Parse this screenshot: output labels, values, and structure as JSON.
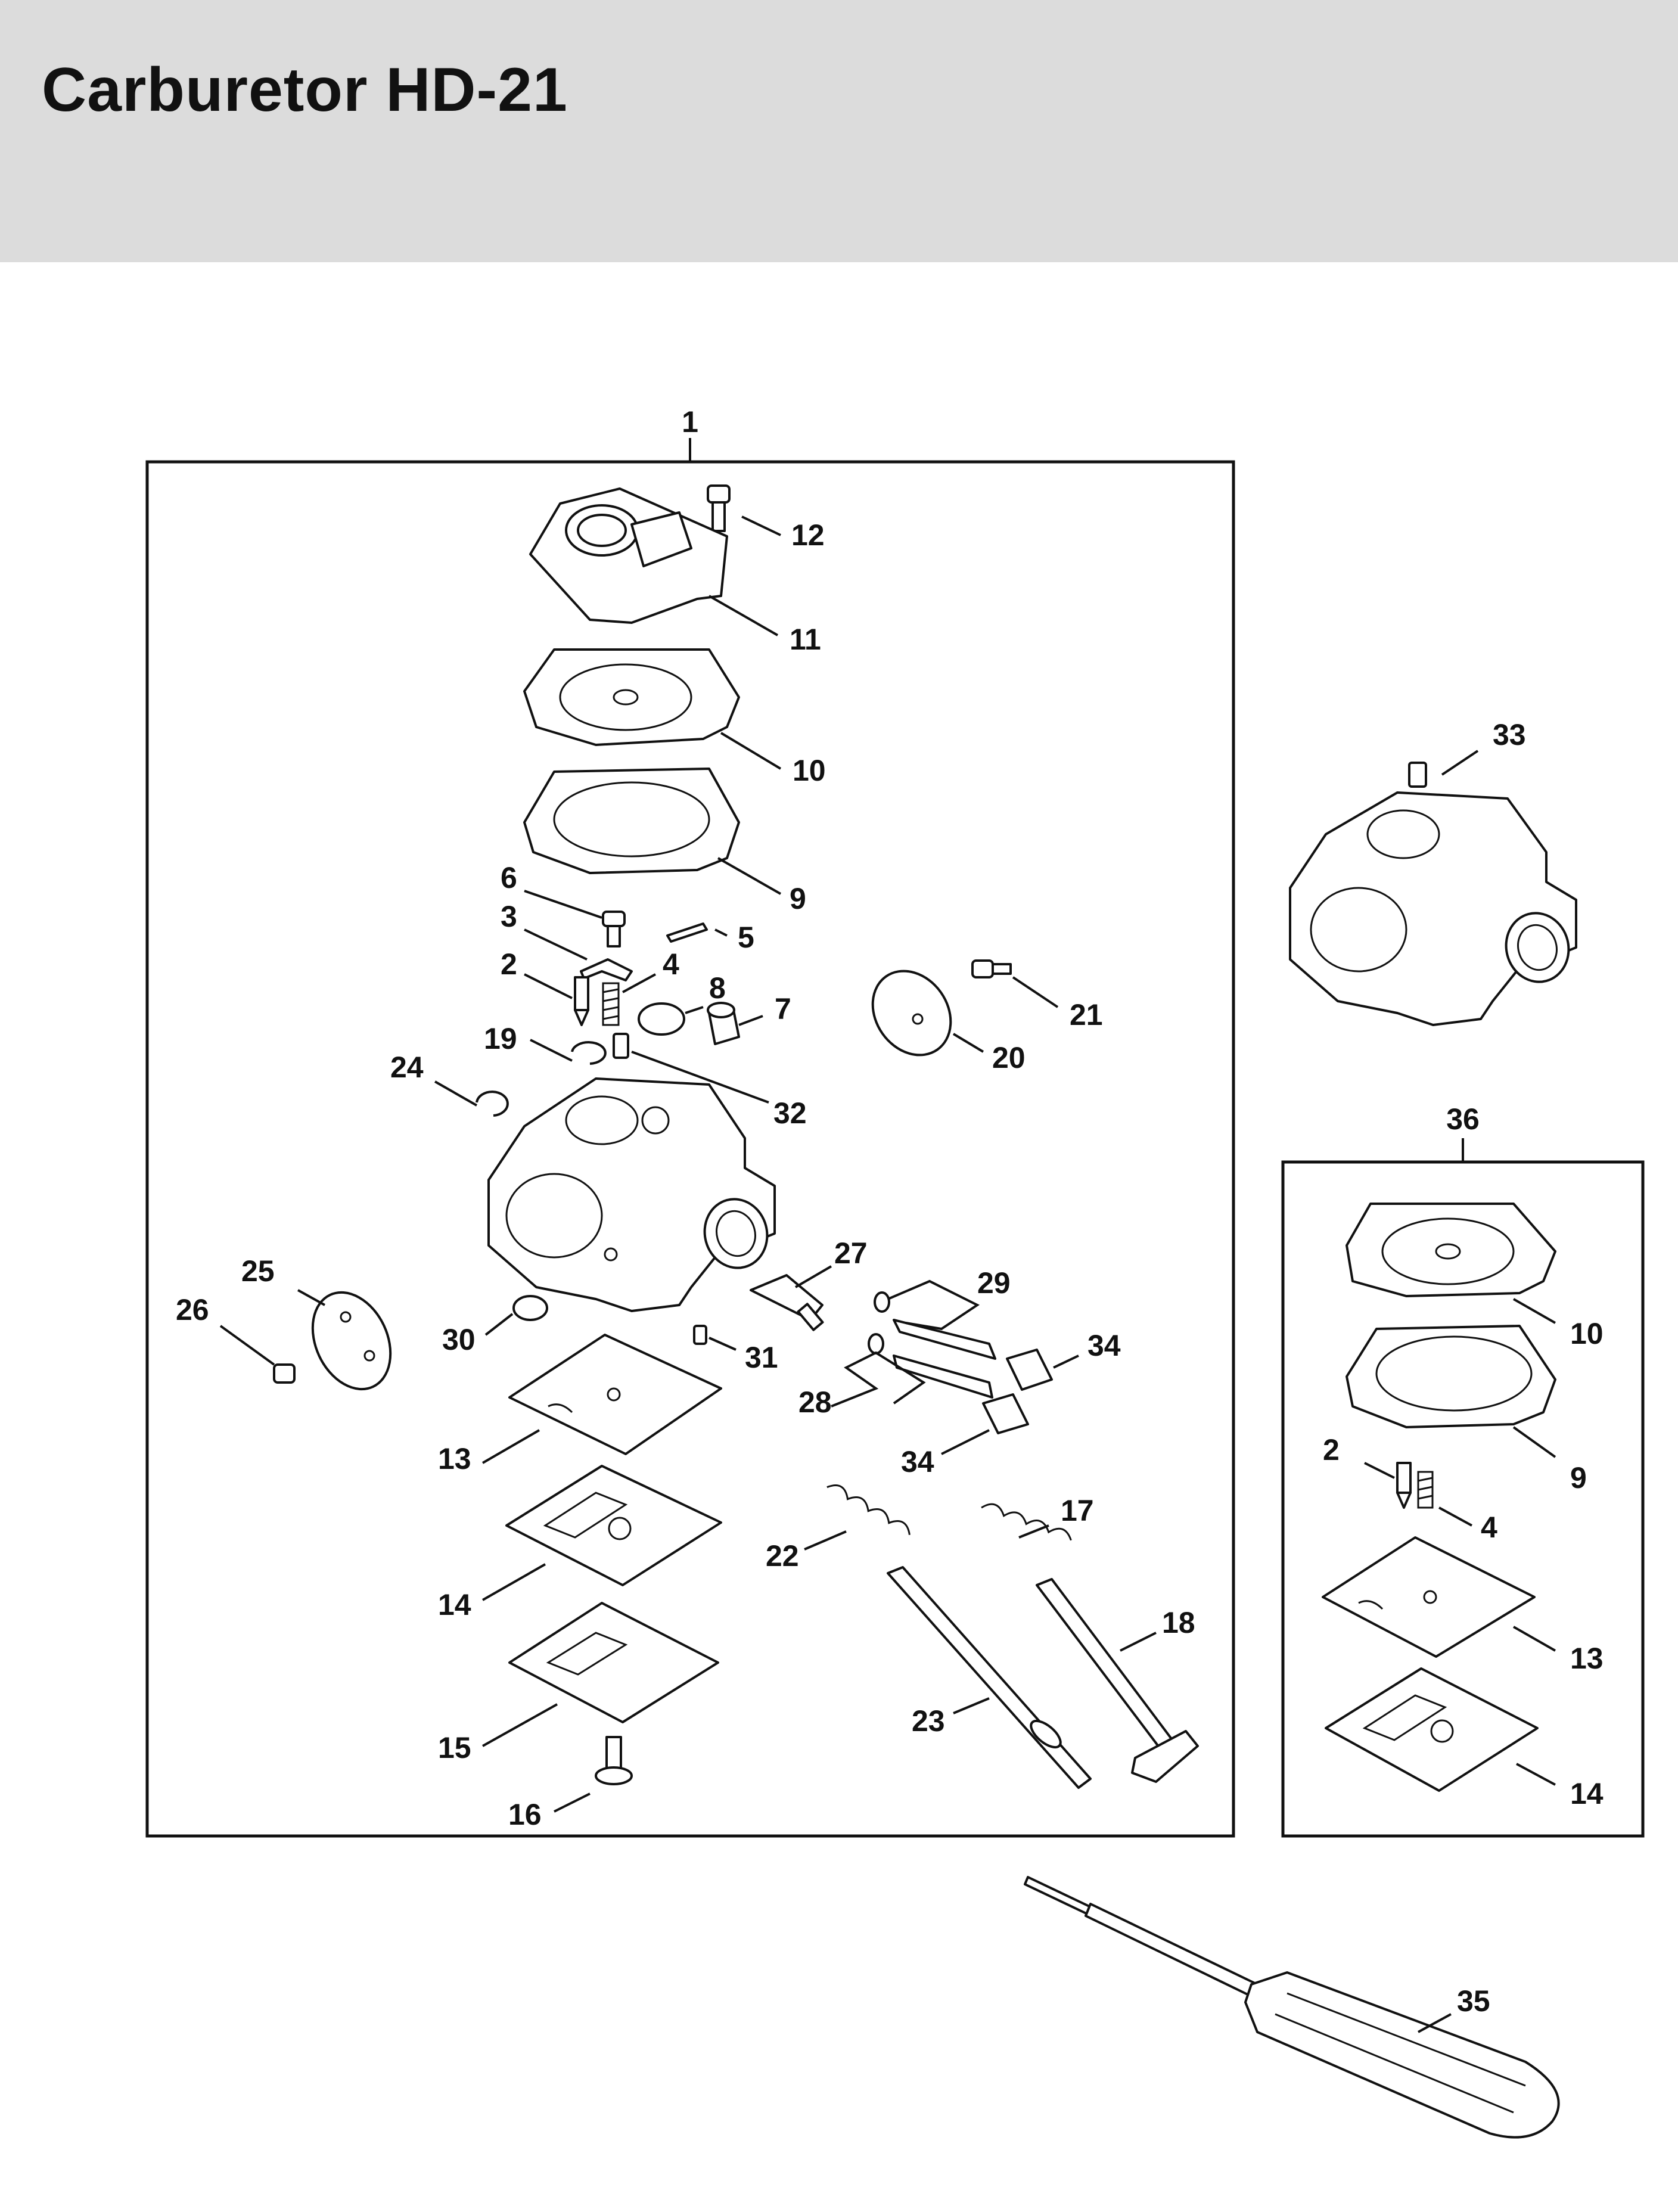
{
  "title": "Carburetor HD-21",
  "callouts": [
    {
      "id": "1",
      "text": "1"
    },
    {
      "id": "12",
      "text": "12"
    },
    {
      "id": "11",
      "text": "11"
    },
    {
      "id": "10a",
      "text": "10"
    },
    {
      "id": "9a",
      "text": "9"
    },
    {
      "id": "6",
      "text": "6"
    },
    {
      "id": "5",
      "text": "5"
    },
    {
      "id": "3",
      "text": "3"
    },
    {
      "id": "2a",
      "text": "2"
    },
    {
      "id": "4a",
      "text": "4"
    },
    {
      "id": "8",
      "text": "8"
    },
    {
      "id": "7",
      "text": "7"
    },
    {
      "id": "19",
      "text": "19"
    },
    {
      "id": "24",
      "text": "24"
    },
    {
      "id": "32",
      "text": "32"
    },
    {
      "id": "21",
      "text": "21"
    },
    {
      "id": "20",
      "text": "20"
    },
    {
      "id": "33",
      "text": "33"
    },
    {
      "id": "36",
      "text": "36"
    },
    {
      "id": "27",
      "text": "27"
    },
    {
      "id": "29",
      "text": "29"
    },
    {
      "id": "25",
      "text": "25"
    },
    {
      "id": "26",
      "text": "26"
    },
    {
      "id": "30",
      "text": "30"
    },
    {
      "id": "31",
      "text": "31"
    },
    {
      "id": "34a",
      "text": "34"
    },
    {
      "id": "28",
      "text": "28"
    },
    {
      "id": "34b",
      "text": "34"
    },
    {
      "id": "13a",
      "text": "13"
    },
    {
      "id": "22",
      "text": "22"
    },
    {
      "id": "17",
      "text": "17"
    },
    {
      "id": "14a",
      "text": "14"
    },
    {
      "id": "18",
      "text": "18"
    },
    {
      "id": "15",
      "text": "15"
    },
    {
      "id": "23",
      "text": "23"
    },
    {
      "id": "16",
      "text": "16"
    },
    {
      "id": "10b",
      "text": "10"
    },
    {
      "id": "9b",
      "text": "9"
    },
    {
      "id": "2b",
      "text": "2"
    },
    {
      "id": "4b",
      "text": "4"
    },
    {
      "id": "13b",
      "text": "13"
    },
    {
      "id": "14b",
      "text": "14"
    },
    {
      "id": "35",
      "text": "35"
    }
  ]
}
